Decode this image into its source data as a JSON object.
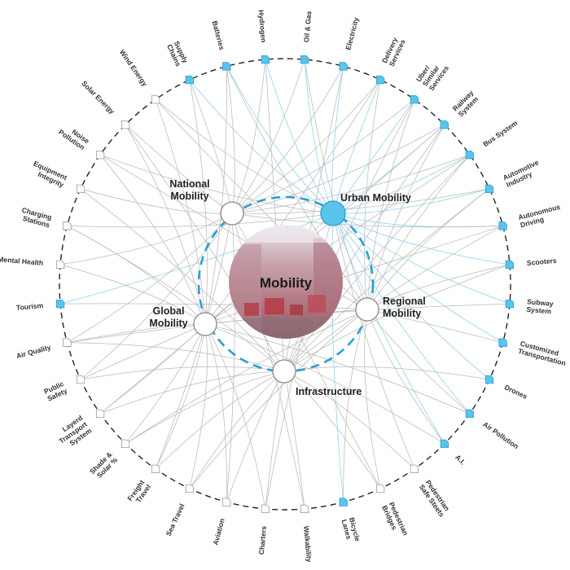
{
  "center": {
    "label": "Mobility"
  },
  "hubs": [
    {
      "id": "national",
      "label": [
        "National",
        "Mobility"
      ],
      "highlight": false
    },
    {
      "id": "urban",
      "label": [
        "Urban Mobility"
      ],
      "highlight": true
    },
    {
      "id": "regional",
      "label": [
        "Regional",
        "Mobility"
      ],
      "highlight": false
    },
    {
      "id": "infrastructure",
      "label": [
        "Infrastructure"
      ],
      "highlight": false
    },
    {
      "id": "global",
      "label": [
        "Global",
        "Mobility"
      ],
      "highlight": false
    }
  ],
  "nodes": [
    {
      "label": [
        "Electricity"
      ],
      "highlight": true
    },
    {
      "label": [
        "Delivery",
        "Services"
      ],
      "highlight": true
    },
    {
      "label": [
        "Uber/",
        "Similar",
        "Services"
      ],
      "highlight": true
    },
    {
      "label": [
        "Railway",
        "System"
      ],
      "highlight": true
    },
    {
      "label": [
        "Bus System"
      ],
      "highlight": true
    },
    {
      "label": [
        "Automotive",
        "Industry"
      ],
      "highlight": true
    },
    {
      "label": [
        "Autonomous",
        "Driving"
      ],
      "highlight": true
    },
    {
      "label": [
        "Scooters"
      ],
      "highlight": true
    },
    {
      "label": [
        "Subway",
        "System"
      ],
      "highlight": true
    },
    {
      "label": [
        "Customized",
        "Transportation"
      ],
      "highlight": true
    },
    {
      "label": [
        "Drones"
      ],
      "highlight": true
    },
    {
      "label": [
        "Air Pollution"
      ],
      "highlight": true
    },
    {
      "label": [
        "A.I."
      ],
      "highlight": true
    },
    {
      "label": [
        "Pedestrian",
        "Safe Steets"
      ],
      "highlight": false
    },
    {
      "label": [
        "Pedestrian",
        "Bridges"
      ],
      "highlight": false
    },
    {
      "label": [
        "Bicycle",
        "Lanes"
      ],
      "highlight": true
    },
    {
      "label": [
        "Walkability"
      ],
      "highlight": false
    },
    {
      "label": [
        "Charters"
      ],
      "highlight": false
    },
    {
      "label": [
        "Aviation"
      ],
      "highlight": false
    },
    {
      "label": [
        "Sea Travel"
      ],
      "highlight": false
    },
    {
      "label": [
        "Freight",
        "Travel"
      ],
      "highlight": false
    },
    {
      "label": [
        "Shade &",
        "Solar %"
      ],
      "highlight": false
    },
    {
      "label": [
        "Layerd",
        "Transport",
        "System"
      ],
      "highlight": false
    },
    {
      "label": [
        "Public",
        "Safety"
      ],
      "highlight": false
    },
    {
      "label": [
        "Air Quality"
      ],
      "highlight": false
    },
    {
      "label": [
        "Tourism"
      ],
      "highlight": true
    },
    {
      "label": [
        "Mental Health"
      ],
      "highlight": false
    },
    {
      "label": [
        "Charging",
        "Stations"
      ],
      "highlight": false
    },
    {
      "label": [
        "Equipment",
        "Integrity"
      ],
      "highlight": false
    },
    {
      "label": [
        "Noise",
        "Pollution"
      ],
      "highlight": false
    },
    {
      "label": [
        "Solar Energy"
      ],
      "highlight": false
    },
    {
      "label": [
        "Wind Energy"
      ],
      "highlight": false
    },
    {
      "label": [
        "Supply",
        "Chains"
      ],
      "highlight": true
    },
    {
      "label": [
        "Batteries"
      ],
      "highlight": true
    },
    {
      "label": [
        "Hydrogen"
      ],
      "highlight": true
    },
    {
      "label": [
        "Oil & Gas"
      ],
      "highlight": true
    }
  ],
  "colors": {
    "accent": "#5bc4ec",
    "accent_stroke": "#2a9fd0",
    "edge_gray": "#b9b9b9",
    "edge_blue": "#86cfee",
    "ring": "#222222",
    "inner_ring": "#2a9fd0",
    "hub_fill": "#ffffff",
    "hub_stroke": "#888888",
    "node_plain_stroke": "#999999"
  },
  "connections": {
    "urban": [
      0,
      1,
      2,
      3,
      4,
      5,
      6,
      7,
      8,
      9,
      10,
      11,
      12,
      13,
      15,
      22,
      32,
      33,
      34,
      35,
      31,
      29,
      27,
      25,
      17
    ],
    "national": [
      0,
      1,
      2,
      3,
      4,
      5,
      6,
      14,
      16,
      20,
      23,
      24,
      26,
      28,
      30,
      32,
      33,
      34,
      35,
      18
    ],
    "regional": [
      1,
      3,
      4,
      5,
      9,
      11,
      12,
      14,
      15,
      19,
      21,
      24,
      25,
      29,
      31,
      33,
      35,
      2,
      7
    ],
    "infrastructure": [
      0,
      2,
      3,
      4,
      5,
      6,
      7,
      13,
      14,
      16,
      17,
      18,
      19,
      20,
      21,
      22,
      23,
      24,
      27,
      28,
      30,
      34,
      10
    ],
    "global": [
      1,
      3,
      4,
      6,
      8,
      12,
      17,
      18,
      20,
      21,
      22,
      23,
      24,
      26,
      27,
      29,
      30,
      31,
      32,
      33,
      19,
      11
    ]
  }
}
